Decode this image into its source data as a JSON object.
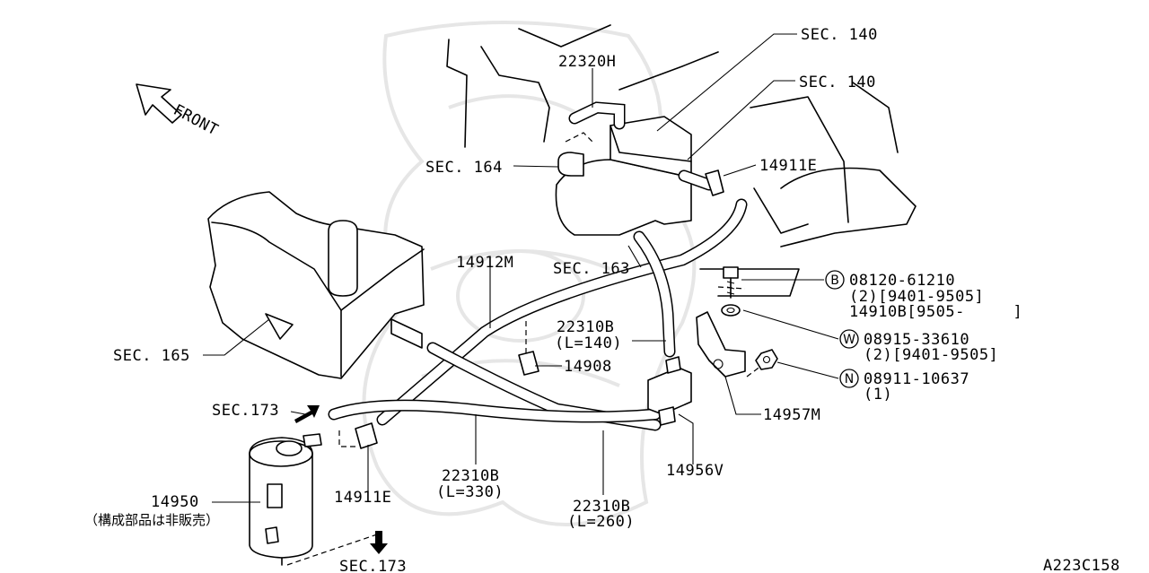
{
  "diagram_code": "A223C158",
  "front_label": "FRONT",
  "callouts": {
    "sec140_a": "SEC. 140",
    "sec140_b": "SEC. 140",
    "p22320h": "22320H",
    "sec164": "SEC. 164",
    "p14911e_top": "14911E",
    "sec163": "SEC. 163",
    "p14912m": "14912M",
    "sec165": "SEC. 165",
    "p22310b_140": "22310B",
    "p22310b_140_len": "(L=140)",
    "p14908": "14908",
    "sec173_top": "SEC.173",
    "p14950": "14950",
    "p14950_note": "（構成部品は非販売）",
    "p14911e_bottom": "14911E",
    "p22310b_330": "22310B",
    "p22310b_330_len": "(L=330)",
    "p22310b_260": "22310B",
    "p22310b_260_len": "(L=260)",
    "p14956v": "14956V",
    "p14957m": "14957M",
    "sec173_bottom": "SEC.173"
  },
  "fasteners": {
    "bolt": {
      "symbol": "B",
      "part": "08120-61210",
      "qty_range": "(2)[9401-9505]",
      "alt_part": "14910B[9505-     ]"
    },
    "washer": {
      "symbol": "W",
      "part": "08915-33610",
      "qty_range": "(2)[9401-9505]"
    },
    "nut": {
      "symbol": "N",
      "part": "08911-10637",
      "qty": "(1)"
    }
  }
}
